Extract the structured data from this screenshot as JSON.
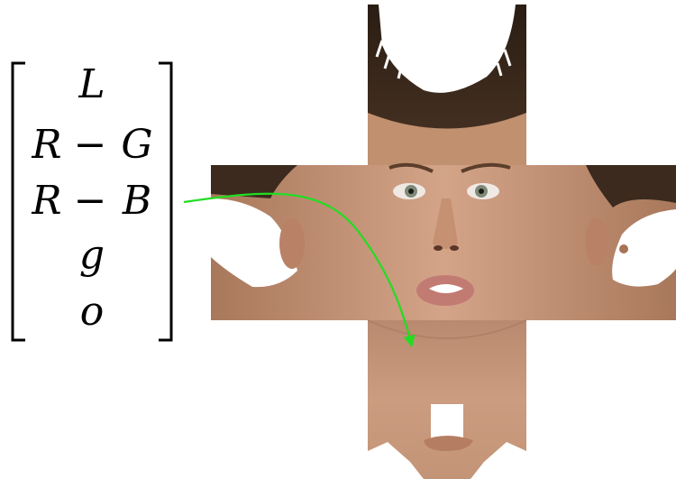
{
  "vector": {
    "rows": [
      {
        "terms": [
          "L"
        ]
      },
      {
        "terms": [
          "R",
          "−",
          "G"
        ]
      },
      {
        "terms": [
          "R",
          "−",
          "B"
        ]
      },
      {
        "terms": [
          "g"
        ]
      },
      {
        "terms": [
          "o"
        ]
      }
    ]
  },
  "texture_map": {
    "pieces": [
      "top",
      "middle-band",
      "bottom"
    ],
    "arrow_color": "#22dd22"
  },
  "colors": {
    "skin": "#c9977a",
    "hair": "#3b2a1d",
    "background": "#ffffff"
  }
}
